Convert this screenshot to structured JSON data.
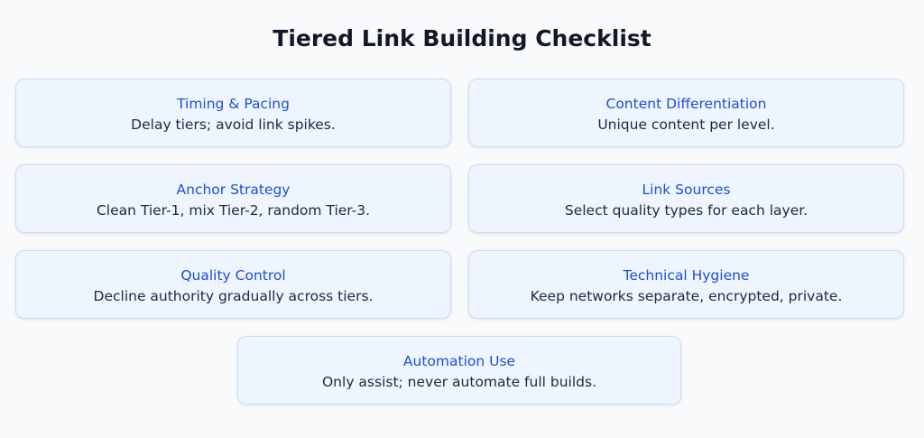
{
  "title": "Tiered Link Building Checklist",
  "cards": [
    {
      "heading": "Timing & Pacing",
      "description": "Delay tiers; avoid link spikes."
    },
    {
      "heading": "Content Differentiation",
      "description": "Unique content per level."
    },
    {
      "heading": "Anchor Strategy",
      "description": "Clean Tier-1, mix Tier-2, random Tier-3."
    },
    {
      "heading": "Link Sources",
      "description": "Select quality types for each layer."
    },
    {
      "heading": "Quality Control",
      "description": "Decline authority gradually across tiers."
    },
    {
      "heading": "Technical Hygiene",
      "description": "Keep networks separate, encrypted, private."
    },
    {
      "heading": "Automation Use",
      "description": "Only assist; never automate full builds."
    }
  ],
  "colors": {
    "background": "#f9fafb",
    "card_fill": "#eef5ff",
    "card_border": "#c9ddf7",
    "heading": "#1d4ed8",
    "text": "#1f2937"
  }
}
